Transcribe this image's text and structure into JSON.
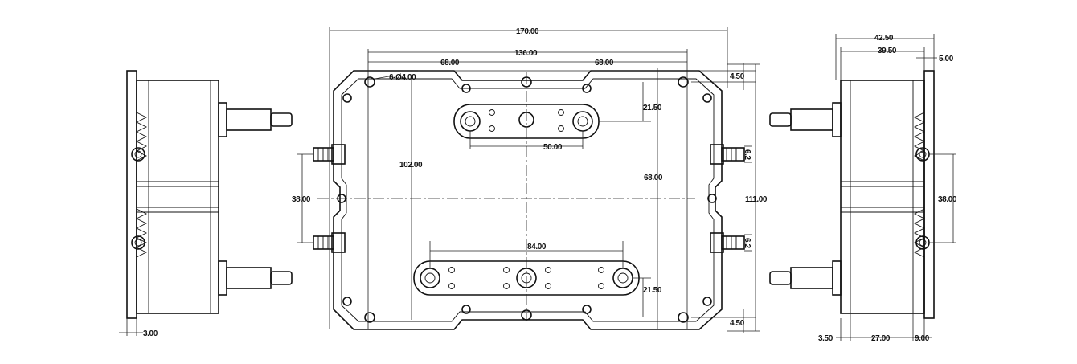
{
  "drawing": {
    "front_view": {
      "overall_width": "170.00",
      "hole_span": "136.00",
      "half_span_left": "68.00",
      "half_span_right": "68.00",
      "hole_callout": "6-Ø4.00",
      "top_edge_offset": "4.50",
      "top_busbar_offset": "21.50",
      "top_busbar_span": "50.00",
      "inner_height": "102.00",
      "busbar_pitch": "68.00",
      "overall_height": "111.00",
      "fitting_pitch": "38.00",
      "bottom_busbar_span": "84.00",
      "bottom_busbar_offset": "21.50",
      "bottom_edge_offset": "4.50",
      "fitting_size_top": "6.2",
      "fitting_size_bottom": "6.2"
    },
    "left_view": {
      "flange_thickness": "3.00"
    },
    "right_view": {
      "overall_depth": "42.50",
      "body_depth": "39.50",
      "flange": "5.00",
      "fitting_pitch": "38.00",
      "offset_left": "3.50",
      "center_span": "27.00",
      "offset_right": "9.00"
    }
  }
}
